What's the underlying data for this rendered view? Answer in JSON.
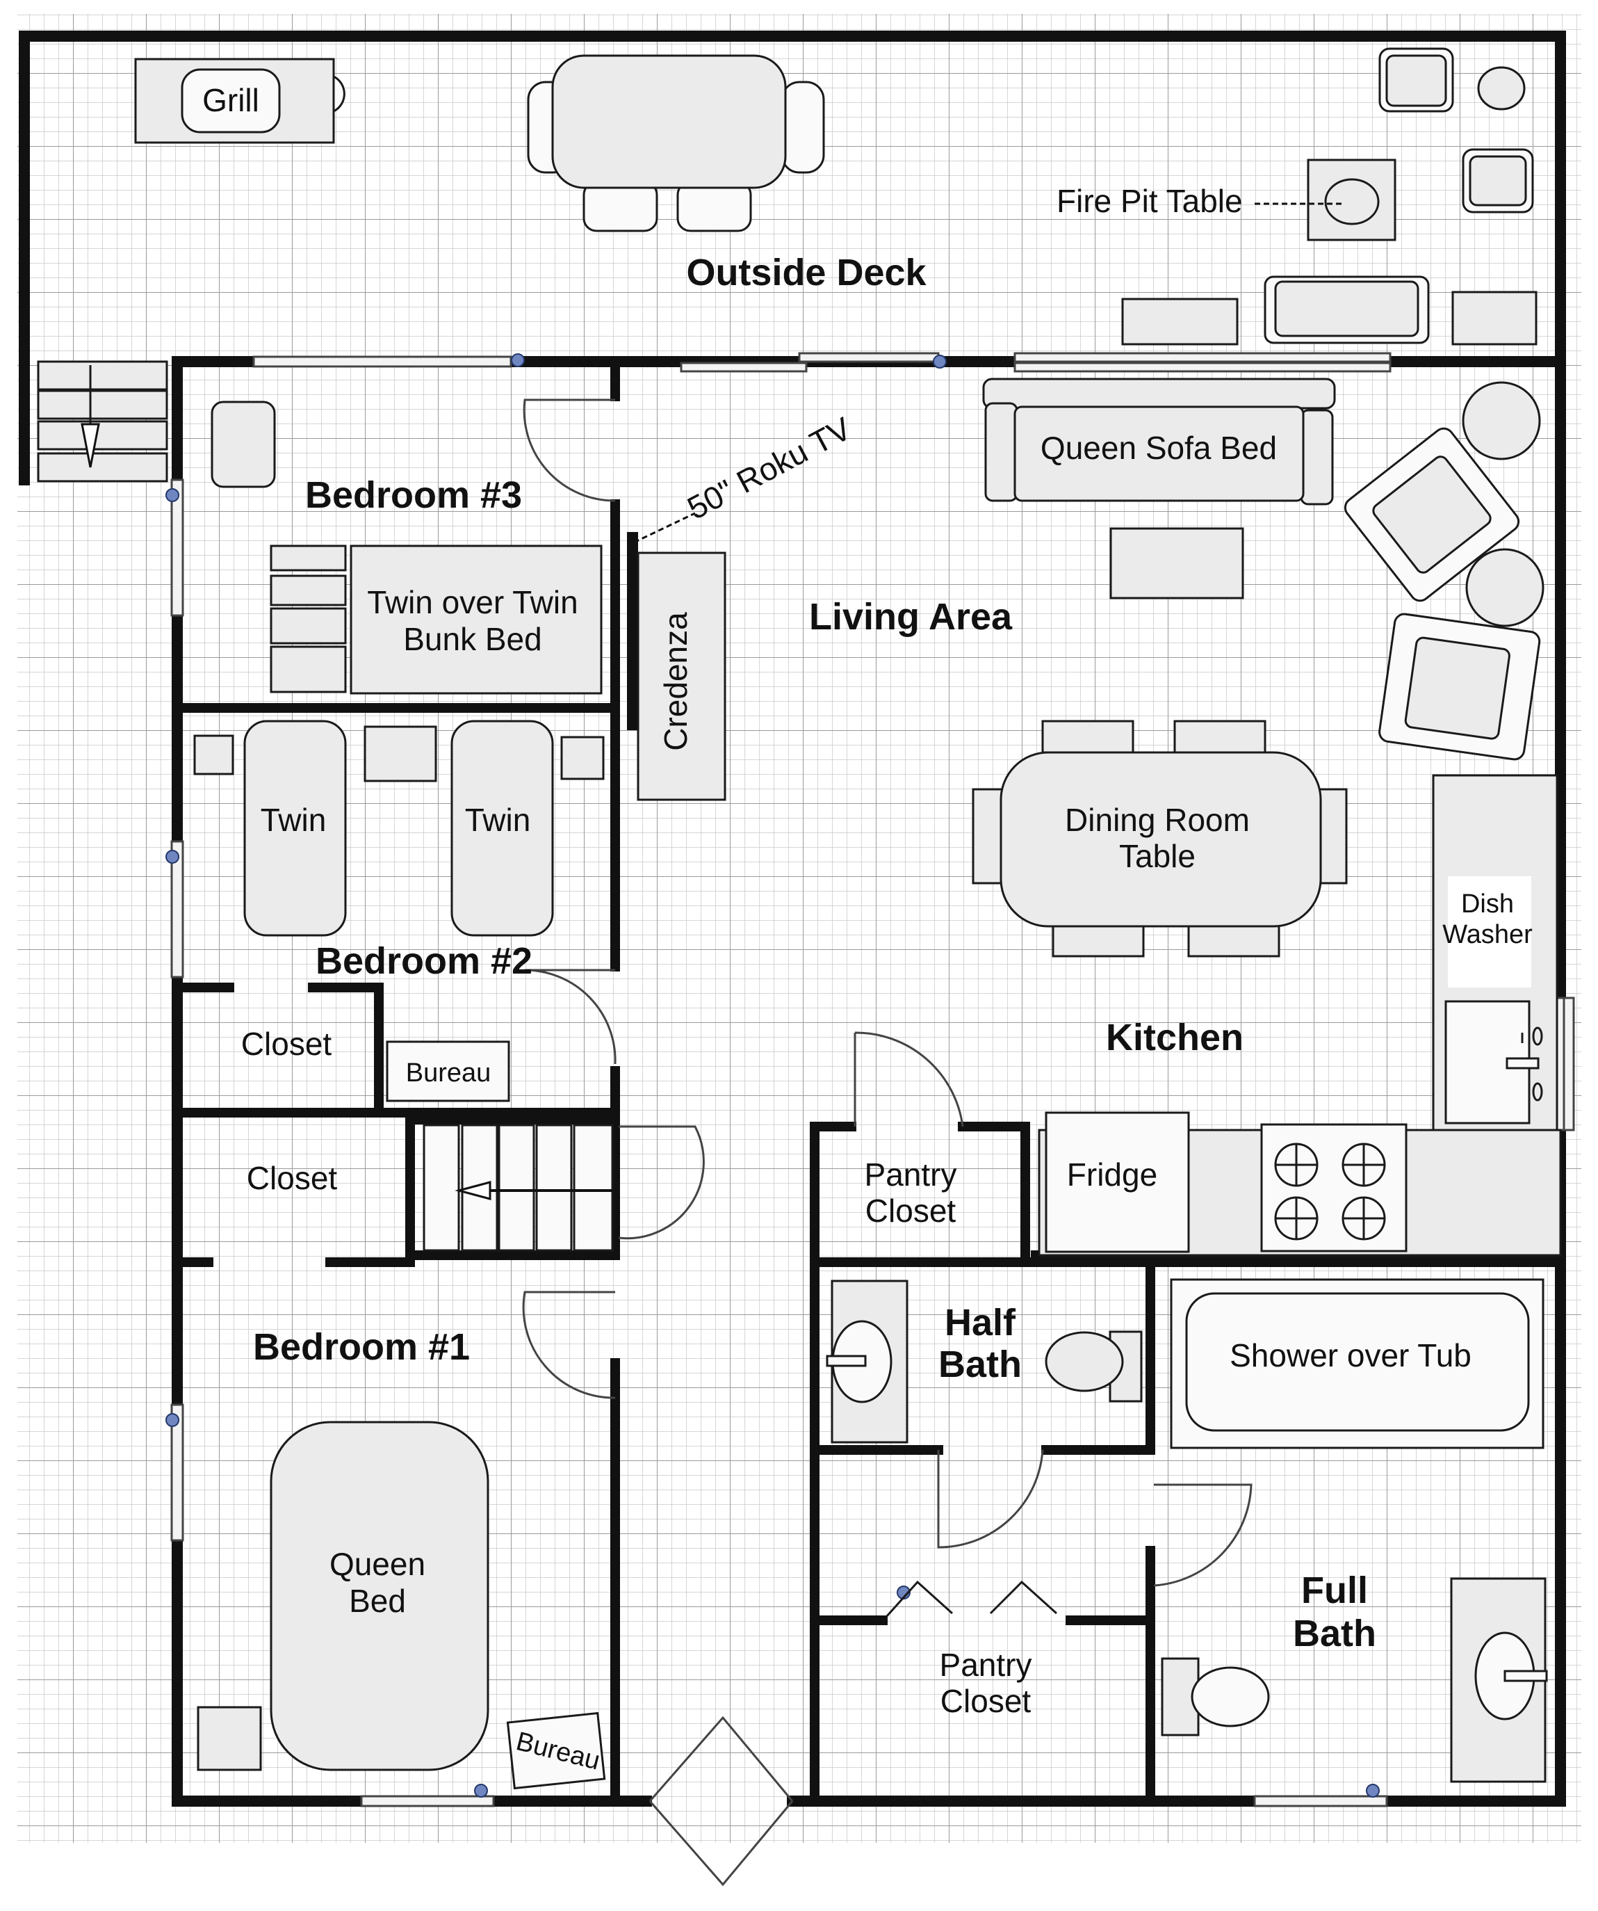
{
  "rooms": {
    "outside_deck": "Outside Deck",
    "bedroom3": "Bedroom #3",
    "bedroom2": "Bedroom #2",
    "bedroom1": "Bedroom #1",
    "living_area": "Living Area",
    "kitchen": "Kitchen",
    "half_bath_1": "Half",
    "half_bath_2": "Bath",
    "full_bath_1": "Full",
    "full_bath_2": "Bath"
  },
  "furniture": {
    "grill": "Grill",
    "fire_pit_table": "Fire Pit Table",
    "tv": "50\" Roku TV",
    "queen_sofa_bed": "Queen Sofa Bed",
    "bunk_bed_1": "Twin over Twin",
    "bunk_bed_2": "Bunk Bed",
    "credenza": "Credenza",
    "twin_left": "Twin",
    "twin_right": "Twin",
    "dining_1": "Dining Room",
    "dining_2": "Table",
    "dish_1": "Dish",
    "dish_2": "Washer",
    "closet_b2": "Closet",
    "bureau_b2": "Bureau",
    "closet_mid": "Closet",
    "pantry_top_1": "Pantry",
    "pantry_top_2": "Closet",
    "fridge": "Fridge",
    "shower": "Shower over Tub",
    "queen_bed_1": "Queen",
    "queen_bed_2": "Bed",
    "bureau_b1": "Bureau",
    "pantry_bot_1": "Pantry",
    "pantry_bot_2": "Closet"
  },
  "colors": {
    "wall": "#111111",
    "furniture_fill": "#ebebeb",
    "grid_line": "#c8c8c8",
    "window_knob": "#6f86c0"
  }
}
